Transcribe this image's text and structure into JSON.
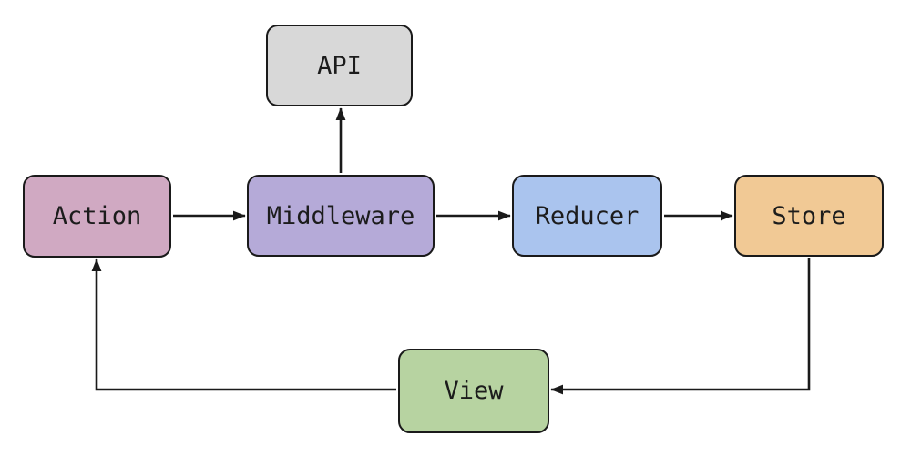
{
  "diagram": {
    "type": "flowchart",
    "background": "#ffffff",
    "stroke_color": "#1a1a1a",
    "text_color": "#1c1c1c",
    "nodes": {
      "api": {
        "label": "API",
        "fill": "#d8d8d8"
      },
      "action": {
        "label": "Action",
        "fill": "#d0a9c2"
      },
      "middleware": {
        "label": "Middleware",
        "fill": "#b5aad8"
      },
      "reducer": {
        "label": "Reducer",
        "fill": "#aac4ee"
      },
      "store": {
        "label": "Store",
        "fill": "#f1c995"
      },
      "view": {
        "label": "View",
        "fill": "#b7d3a1"
      }
    },
    "edges": [
      {
        "from": "Action",
        "to": "Middleware"
      },
      {
        "from": "Middleware",
        "to": "API"
      },
      {
        "from": "Middleware",
        "to": "Reducer"
      },
      {
        "from": "Reducer",
        "to": "Store"
      },
      {
        "from": "Store",
        "to": "View"
      },
      {
        "from": "View",
        "to": "Action"
      }
    ]
  }
}
